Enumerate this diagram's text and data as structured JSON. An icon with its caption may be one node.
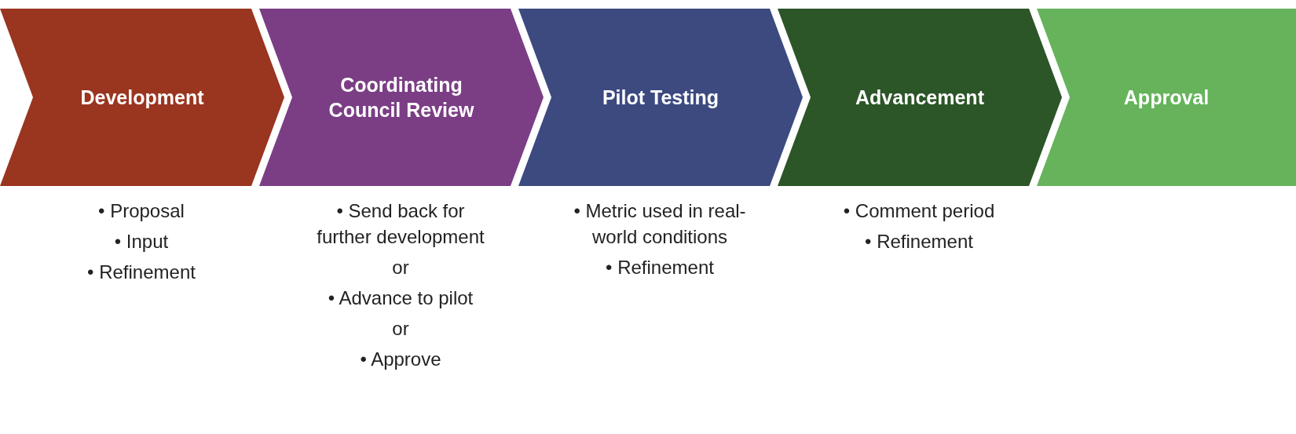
{
  "diagram": {
    "nodes": [
      {
        "text": [
          "Development"
        ],
        "beside": [
          "• Proposal",
          "• Input",
          "• Refinement"
        ]
      },
      {
        "text": [
          "Coordinating Council Review"
        ],
        "beside": [
          "• Send back for further development",
          "or",
          "• Advance to pilot",
          "or",
          "• Approve"
        ]
      },
      {
        "text": [
          "Pilot Testing"
        ],
        "beside": [
          "• Metric used in real-world conditions",
          "• Refinement"
        ]
      },
      {
        "text": [
          "Advancement"
        ],
        "beside": [
          "• Comment period",
          "• Refinement"
        ]
      },
      {
        "text": [
          "Approval"
        ]
      }
    ]
  }
}
